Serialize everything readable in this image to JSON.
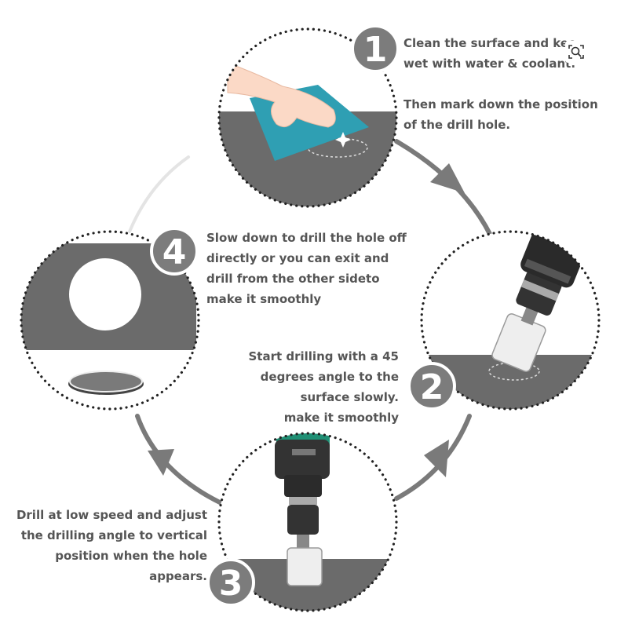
{
  "steps": [
    {
      "number": "1",
      "lines": [
        "Clean the surface and kee",
        "wet with water & coolant.",
        "",
        "Then mark down the position",
        "of the drill hole."
      ]
    },
    {
      "number": "2",
      "lines": [
        "Start drilling with a 45",
        "degrees angle to the",
        "surface slowly.",
        "make it smoothly"
      ]
    },
    {
      "number": "3",
      "lines": [
        "Drill at low speed and adjust",
        "the drilling angle to vertical",
        "position when the hole",
        "appears."
      ]
    },
    {
      "number": "4",
      "lines": [
        "Slow down to drill the hole off",
        "directly or you can exit and",
        "drill from the other sideto",
        "make it smoothly"
      ]
    }
  ],
  "colors": {
    "panel_gray": "#6b6b6b",
    "arrow_gray": "#7a7a7a",
    "badge_fill": "#7c7c7c",
    "text_gray": "#555555",
    "cloth_teal": "#2f9fb3",
    "dots": "#222222"
  },
  "zoom_icon": "zoom-search-icon"
}
